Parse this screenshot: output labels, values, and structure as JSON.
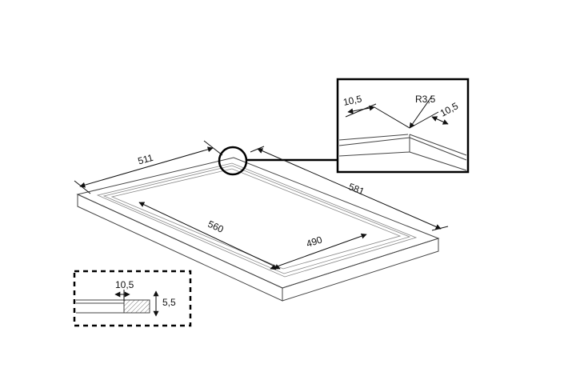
{
  "dimensions": {
    "width_top": "511",
    "depth_right": "581",
    "cutout_width": "560",
    "cutout_depth": "490"
  },
  "detail_zoom": {
    "rim_left": "10,5",
    "radius": "R3,5",
    "rim_right": "10,5"
  },
  "section_detail": {
    "rim_width": "10,5",
    "thickness": "5,5"
  }
}
